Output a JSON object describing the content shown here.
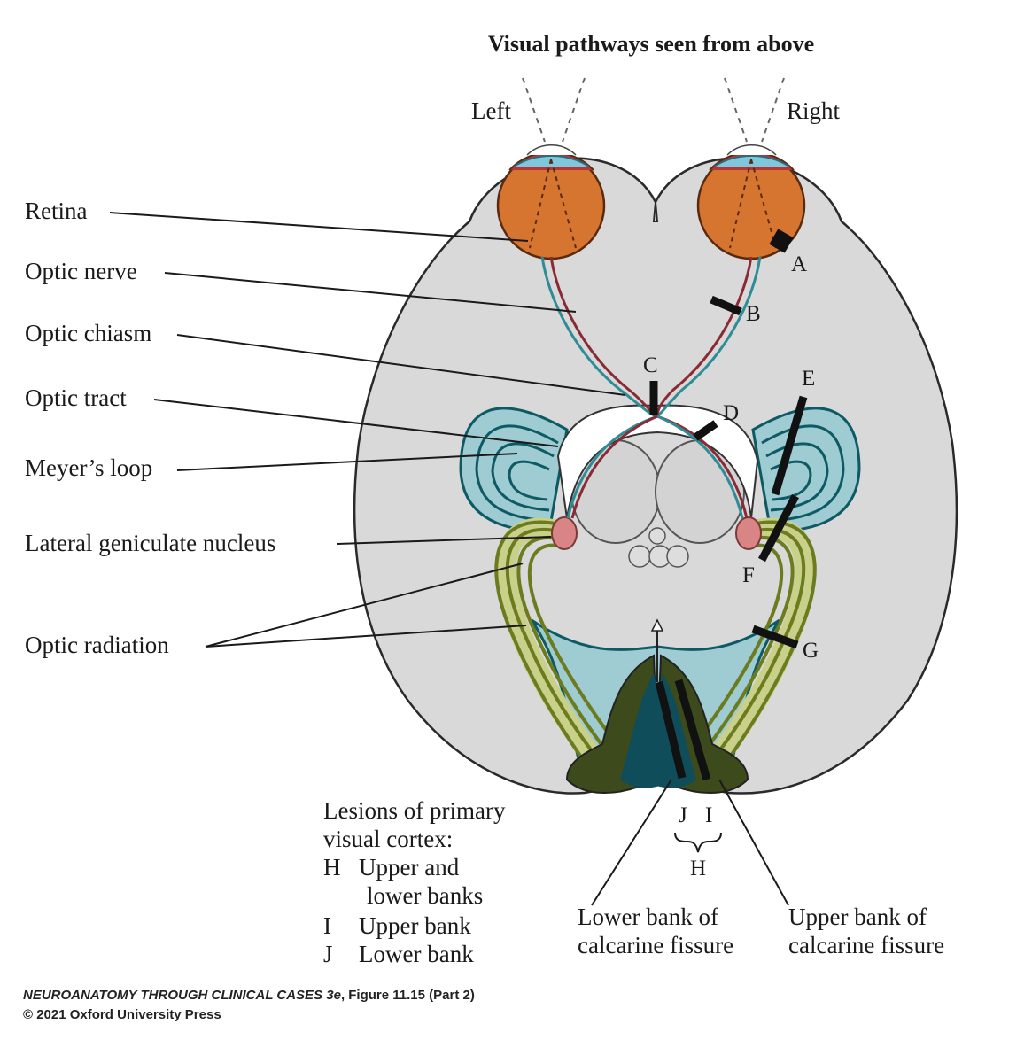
{
  "title": "Visual pathways seen from above",
  "eyes": {
    "left": "Left",
    "right": "Right"
  },
  "structures": {
    "retina": "Retina",
    "optic_nerve": "Optic nerve",
    "optic_chiasm": "Optic chiasm",
    "optic_tract": "Optic tract",
    "meyers_loop": "Meyer’s loop",
    "lgn": "Lateral geniculate nucleus",
    "optic_radiation": "Optic radiation"
  },
  "lesion_letters": [
    "A",
    "B",
    "C",
    "D",
    "E",
    "F",
    "G",
    "H",
    "I",
    "J"
  ],
  "lesion_key": {
    "heading_line1": "Lesions of primary",
    "heading_line2": "visual cortex:",
    "h_letter": "H",
    "h_text_line1": "Upper and",
    "h_text_line2": "lower banks",
    "i_letter": "I",
    "i_text": "Upper bank",
    "j_letter": "J",
    "j_text": "Lower bank"
  },
  "calcarine": {
    "lower_line1": "Lower bank of",
    "lower_line2": "calcarine fissure",
    "upper_line1": "Upper bank of",
    "upper_line2": "calcarine fissure"
  },
  "credit": {
    "book": "NEUROANATOMY THROUGH CLINICAL CASES 3e",
    "figure": ", Figure 11.15 (Part 2)",
    "copyright": "© 2021 Oxford University Press"
  },
  "colors": {
    "brain": "#d9d9d9",
    "eye": "#d6752f",
    "nerve_teal": "#2e8c96",
    "nerve_red": "#8a2a35",
    "meyers_loop_fill": "#9fcbd2",
    "meyers_loop_line": "#0d5a65",
    "radiation_fill": "#c9d08a",
    "radiation_line": "#6b7b1e",
    "cortex_dark_green": "#3d4a1c",
    "cortex_dark_teal": "#0e4d59",
    "lgn": "#d98585",
    "thalamus": "#d3d3d3"
  }
}
